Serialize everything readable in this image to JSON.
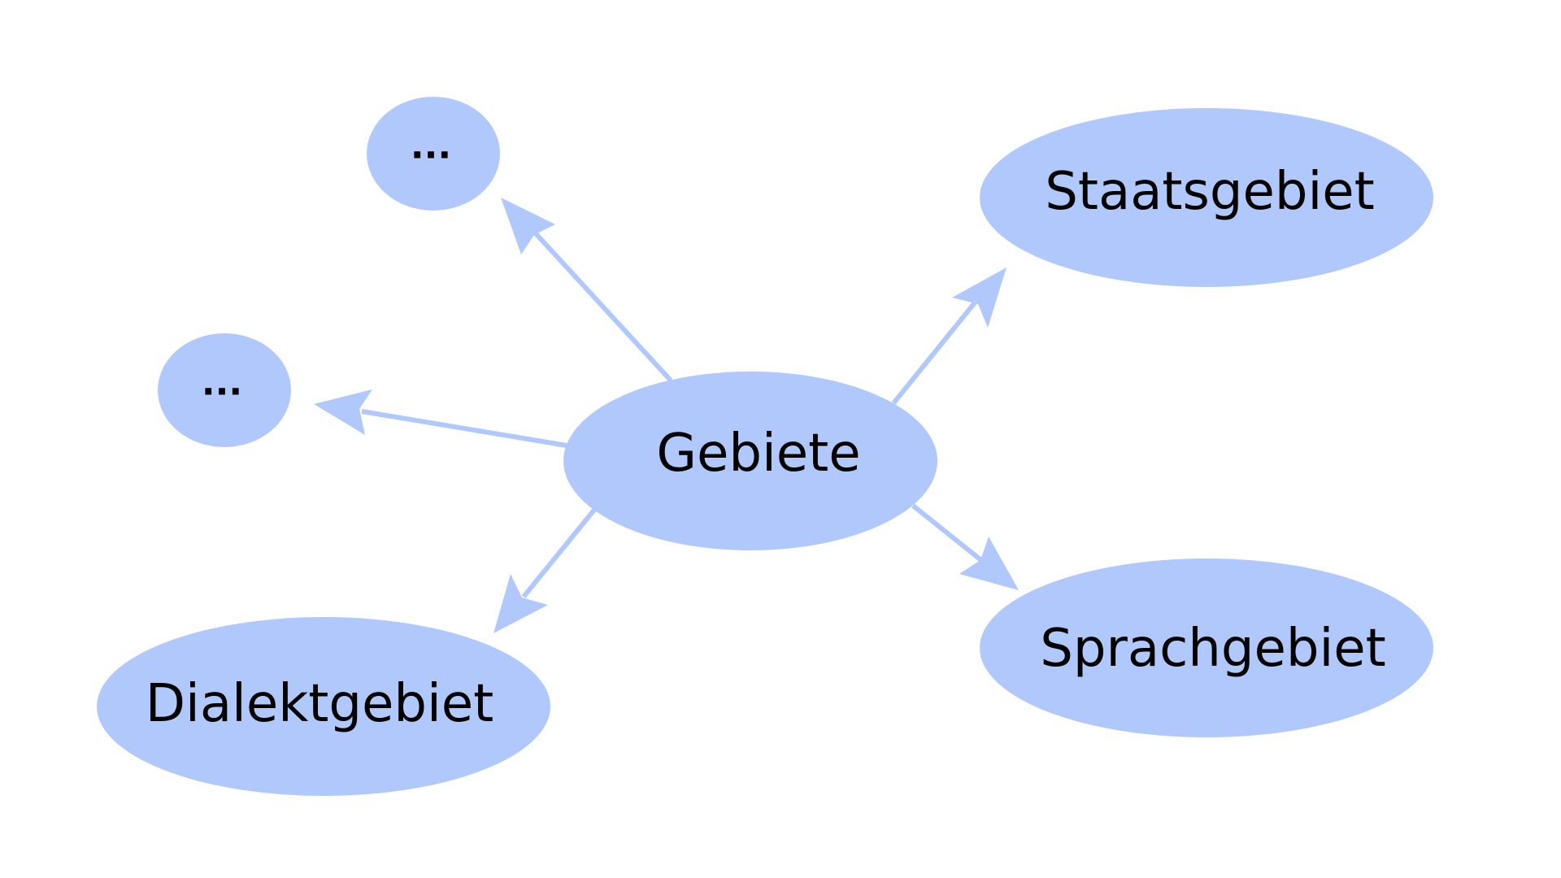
{
  "diagram": {
    "type": "concept-map",
    "node_color": "#b0c8fc",
    "text_color": "#000000",
    "center": {
      "id": "gebiete",
      "label": "Gebiete"
    },
    "nodes": [
      {
        "id": "staatsgebiet",
        "label": "Staatsgebiet"
      },
      {
        "id": "sprachgebiet",
        "label": "Sprachgebiet"
      },
      {
        "id": "dialektgebiet",
        "label": "Dialektgebiet"
      },
      {
        "id": "more-left",
        "label": "..."
      },
      {
        "id": "more-top",
        "label": "..."
      }
    ],
    "edges": [
      {
        "from": "gebiete",
        "to": "staatsgebiet"
      },
      {
        "from": "gebiete",
        "to": "sprachgebiet"
      },
      {
        "from": "gebiete",
        "to": "dialektgebiet"
      },
      {
        "from": "gebiete",
        "to": "more-left"
      },
      {
        "from": "gebiete",
        "to": "more-top"
      }
    ]
  }
}
